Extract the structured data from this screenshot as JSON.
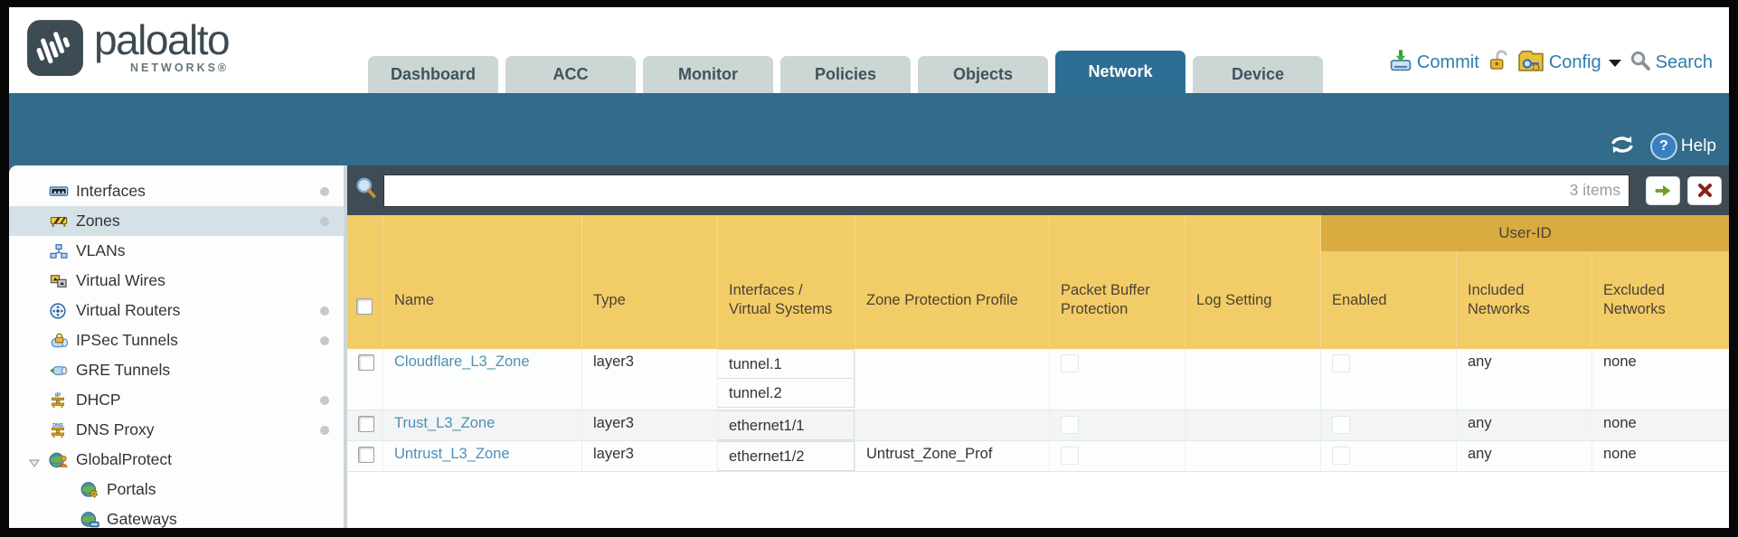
{
  "brand": {
    "name": "paloalto",
    "sub": "NETWORKS®"
  },
  "nav": {
    "tabs": [
      {
        "label": "Dashboard",
        "active": false
      },
      {
        "label": "ACC",
        "active": false
      },
      {
        "label": "Monitor",
        "active": false
      },
      {
        "label": "Policies",
        "active": false
      },
      {
        "label": "Objects",
        "active": false
      },
      {
        "label": "Network",
        "active": true
      },
      {
        "label": "Device",
        "active": false
      }
    ]
  },
  "utilities": {
    "commit_label": "Commit",
    "config_label": "Config",
    "search_label": "Search",
    "help_label": "Help"
  },
  "sidebar": {
    "items": [
      {
        "label": "Interfaces",
        "has_status_dot": true,
        "selected": false
      },
      {
        "label": "Zones",
        "has_status_dot": true,
        "selected": true
      },
      {
        "label": "VLANs",
        "has_status_dot": false,
        "selected": false
      },
      {
        "label": "Virtual Wires",
        "has_status_dot": false,
        "selected": false
      },
      {
        "label": "Virtual Routers",
        "has_status_dot": true,
        "selected": false
      },
      {
        "label": "IPSec Tunnels",
        "has_status_dot": true,
        "selected": false
      },
      {
        "label": "GRE Tunnels",
        "has_status_dot": false,
        "selected": false
      },
      {
        "label": "DHCP",
        "has_status_dot": true,
        "selected": false
      },
      {
        "label": "DNS Proxy",
        "has_status_dot": true,
        "selected": false
      },
      {
        "label": "GlobalProtect",
        "has_status_dot": false,
        "selected": false,
        "expanded": true
      },
      {
        "label": "Portals",
        "has_status_dot": false,
        "selected": false,
        "child": true
      },
      {
        "label": "Gateways",
        "has_status_dot": false,
        "selected": false,
        "child": true
      }
    ]
  },
  "toolbar": {
    "filter_value": "",
    "items_count": "3 items"
  },
  "table": {
    "group_header": "User-ID",
    "columns": [
      "Name",
      "Type",
      "Interfaces / Virtual Systems",
      "Zone Protection Profile",
      "Packet Buffer Protection",
      "Log Setting",
      "Enabled",
      "Included Networks",
      "Excluded Networks"
    ],
    "rows": [
      {
        "name": "Cloudflare_L3_Zone",
        "type": "layer3",
        "interfaces": [
          "tunnel.1",
          "tunnel.2"
        ],
        "zone_protection_profile": "",
        "log_setting": "",
        "included_networks": "any",
        "excluded_networks": "none"
      },
      {
        "name": "Trust_L3_Zone",
        "type": "layer3",
        "interfaces": [
          "ethernet1/1"
        ],
        "zone_protection_profile": "",
        "log_setting": "",
        "included_networks": "any",
        "excluded_networks": "none"
      },
      {
        "name": "Untrust_L3_Zone",
        "type": "layer3",
        "interfaces": [
          "ethernet1/2"
        ],
        "zone_protection_profile": "Untrust_Zone_Prof",
        "log_setting": "",
        "included_networks": "any",
        "excluded_networks": "none"
      }
    ]
  },
  "colors": {
    "band_teal": "#336b8a",
    "header_gold": "#f2cc66",
    "group_gold": "#d9ac41",
    "link_blue": "#4e90b5",
    "topbar_link": "#2e7cab"
  }
}
